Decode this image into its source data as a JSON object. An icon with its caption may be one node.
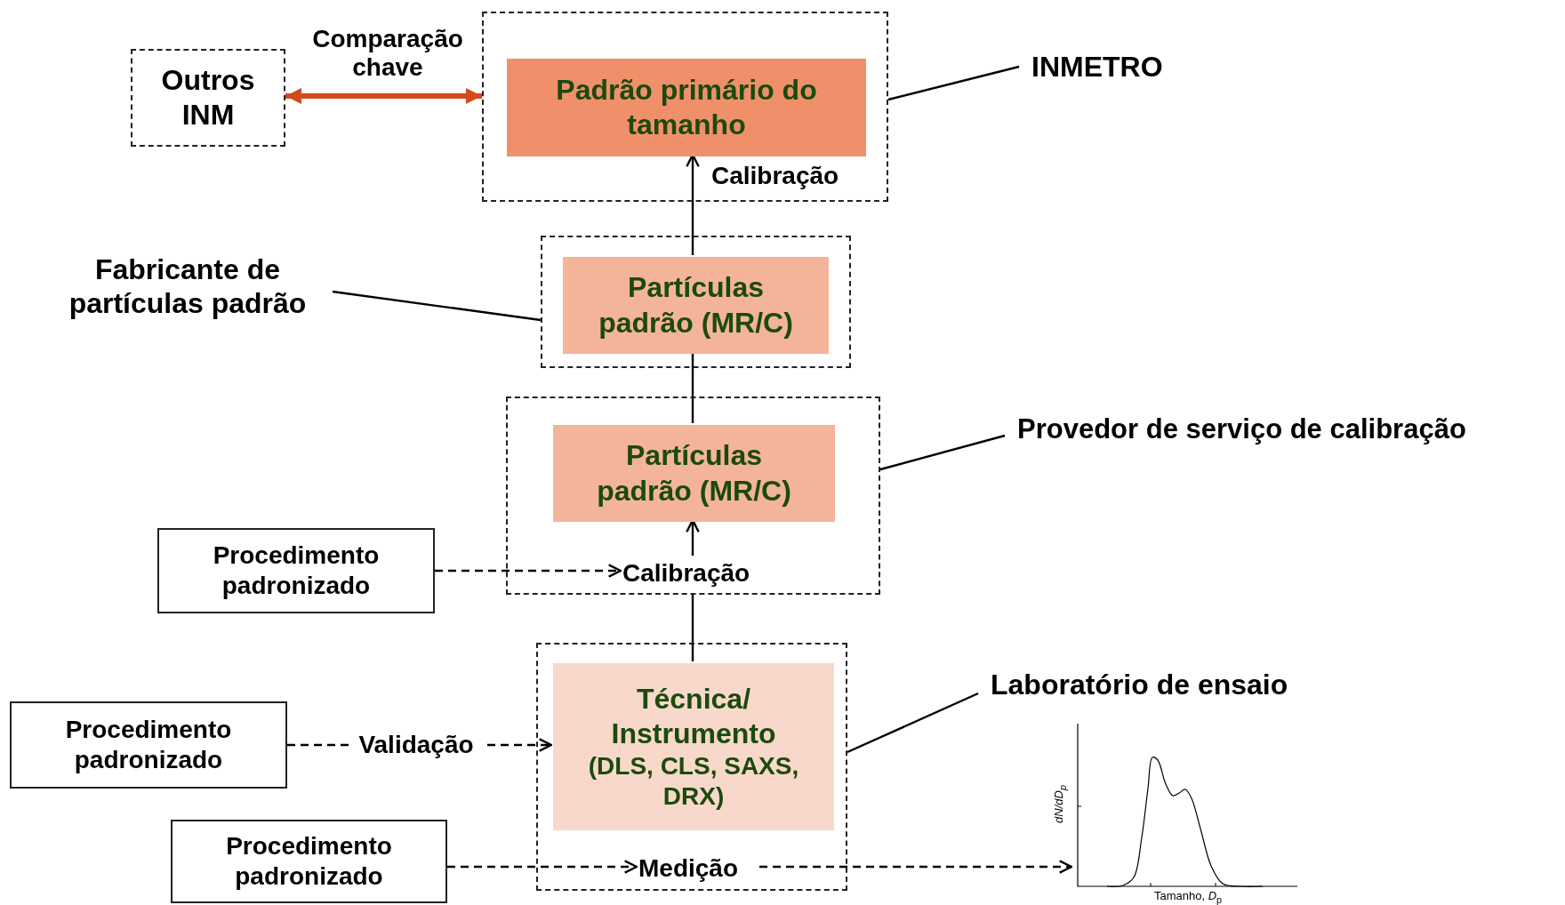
{
  "diagram": {
    "nodes": [
      {
        "text": [
          "Outros INM"
        ]
      },
      {
        "text": [],
        "shape": "box"
      },
      {
        "text": [
          "Padrão primário do tamanho"
        ],
        "in": 1
      },
      {
        "text": [
          "INMETRO"
        ]
      },
      {
        "text": [],
        "shape": "box"
      },
      {
        "text": [
          "Partículas padrão (MR/C)"
        ],
        "in": 4
      },
      {
        "text": [
          "Fabricante de partículas padrão"
        ]
      },
      {
        "text": [],
        "shape": "box"
      },
      {
        "text": [
          "Partículas padrão (MR/C)"
        ],
        "in": 7
      },
      {
        "text": [
          "Calibração"
        ],
        "in": 7
      },
      {
        "text": [
          "Provedor de serviço de calibração"
        ]
      },
      {
        "text": [
          "Procedimento padronizado"
        ]
      },
      {
        "text": [],
        "shape": "box"
      },
      {
        "text": [
          "Técnica/ Instrumento",
          "(DLS, CLS, SAXS, DRX)"
        ],
        "in": 12
      },
      {
        "text": [
          "Medição"
        ],
        "in": 12
      },
      {
        "text": [
          "Laboratório de ensaio"
        ]
      },
      {
        "text": [
          "Procedimento padronizado"
        ]
      },
      {
        "text": [
          "Procedimento padronizado"
        ]
      },
      {
        "text": [],
        "shape": "picture",
        "beside": [
          "dN/dD$_{p}$",
          "Tamanho, *D*$_{p}$"
        ]
      }
    ],
    "edges": [
      {
        "from": 0,
        "to": 1,
        "arrow": "both",
        "label": "Comparação chave",
        "style": "thick",
        "color": "#d24a1c"
      },
      {
        "from": 5,
        "to": 2,
        "arrow": "to",
        "label": "Calibração"
      },
      {
        "from": 8,
        "to": 5,
        "arrow": "none"
      },
      {
        "from": 9,
        "to": 8,
        "arrow": "to"
      },
      {
        "from": 11,
        "to": 9,
        "arrow": "to",
        "style": "dashed"
      },
      {
        "from": 13,
        "to": 7,
        "arrow": "none"
      },
      {
        "from": 16,
        "to": 13,
        "arrow": "to",
        "label": "Validação",
        "style": "dashed"
      },
      {
        "from": 17,
        "to": 14,
        "arrow": "to",
        "style": "dashed"
      },
      {
        "from": 14,
        "to": 18,
        "arrow": "to",
        "style": "dashed"
      },
      {
        "from": 3,
        "to": 1,
        "arrow": "none"
      },
      {
        "from": 6,
        "to": 4,
        "arrow": "none"
      },
      {
        "from": 10,
        "to": 7,
        "arrow": "none"
      },
      {
        "from": 15,
        "to": 12,
        "arrow": "none"
      }
    ]
  }
}
